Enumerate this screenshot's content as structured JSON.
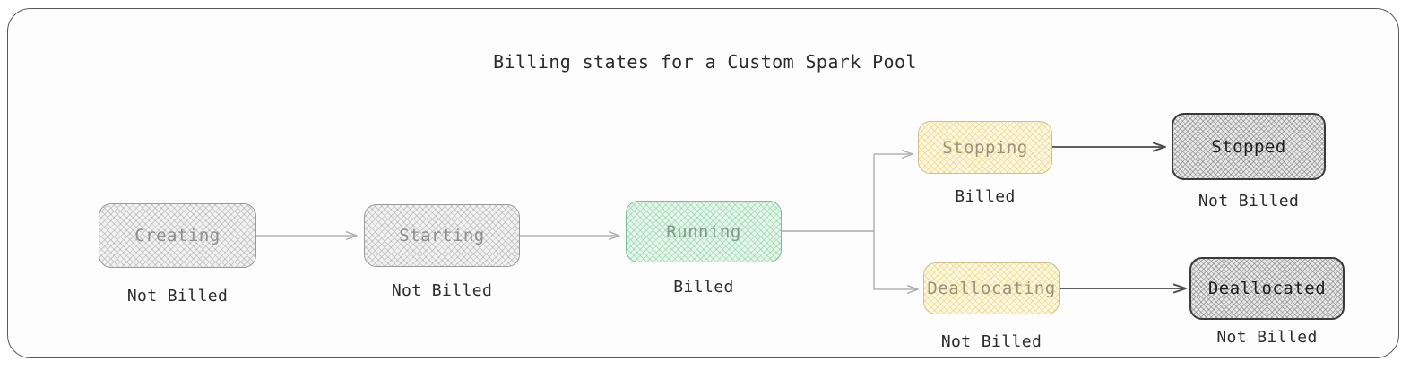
{
  "diagram": {
    "title": "Billing states for a Custom Spark Pool",
    "type": "state-flow",
    "colors": {
      "frame_border": "#57585a",
      "canvas_background": "#fdfdfd",
      "grey_light_fill": "#f2f2f2",
      "grey_light_border": "#9a9a9a",
      "green_fill": "#e4f6e9",
      "green_border": "#7bbf92",
      "yellow_fill": "#fdf7dd",
      "yellow_border": "#cfc089",
      "grey_dark_fill": "#e8e8e8",
      "grey_dark_border": "#3a3a3a",
      "edge_light": "#b4b4b4",
      "edge_dark": "#4a4a4a",
      "caption_text": "#2b2b2b"
    },
    "nodes": [
      {
        "id": "creating",
        "label": "Creating",
        "billing": "Not Billed",
        "style": "grey-light"
      },
      {
        "id": "starting",
        "label": "Starting",
        "billing": "Not Billed",
        "style": "grey-light"
      },
      {
        "id": "running",
        "label": "Running",
        "billing": "Billed",
        "style": "green"
      },
      {
        "id": "stopping",
        "label": "Stopping",
        "billing": "Billed",
        "style": "yellow"
      },
      {
        "id": "stopped",
        "label": "Stopped",
        "billing": "Not Billed",
        "style": "grey-dark"
      },
      {
        "id": "deallocating",
        "label": "Deallocating",
        "billing": "Not Billed",
        "style": "yellow"
      },
      {
        "id": "deallocated",
        "label": "Deallocated",
        "billing": "Not Billed",
        "style": "grey-dark"
      }
    ],
    "edges": [
      {
        "from": "creating",
        "to": "starting",
        "style": "light"
      },
      {
        "from": "starting",
        "to": "running",
        "style": "light"
      },
      {
        "from": "running",
        "to": "stopping",
        "style": "light"
      },
      {
        "from": "running",
        "to": "deallocating",
        "style": "light"
      },
      {
        "from": "stopping",
        "to": "stopped",
        "style": "dark"
      },
      {
        "from": "deallocating",
        "to": "deallocated",
        "style": "dark"
      }
    ]
  }
}
